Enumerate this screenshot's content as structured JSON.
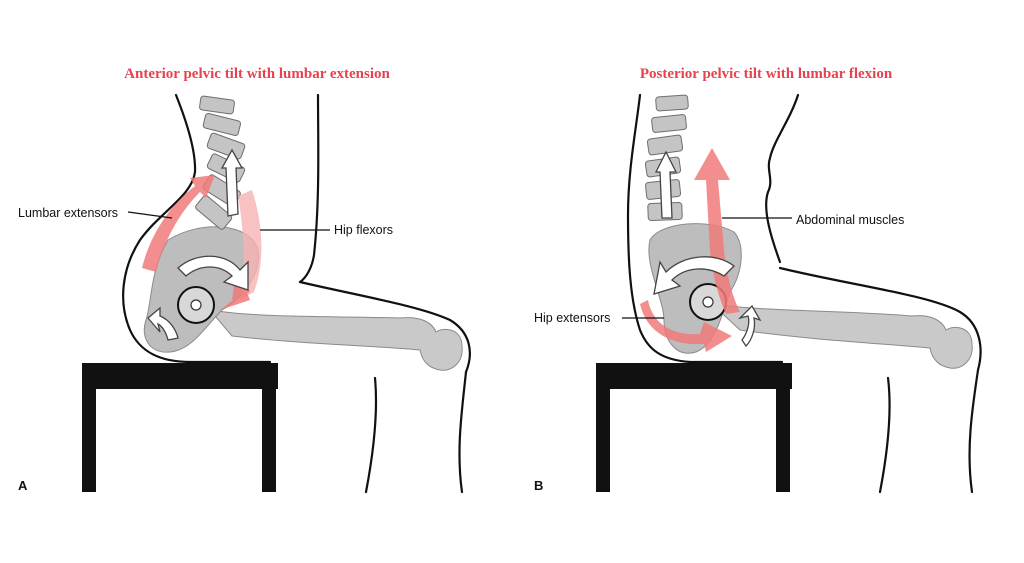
{
  "panels": [
    {
      "letter": "A",
      "title": "Anterior pelvic tilt with lumbar extension",
      "labels": {
        "muscle_1": "Lumbar extensors",
        "muscle_2": "Hip flexors"
      }
    },
    {
      "letter": "B",
      "title": "Posterior pelvic tilt with lumbar flexion",
      "labels": {
        "muscle_1": "Abdominal muscles",
        "muscle_2": "Hip extensors"
      }
    }
  ],
  "colors": {
    "title_red": "#e8414f",
    "muscle_red": "#f07a7a",
    "bone_gray": "#c9c9c9",
    "outline_black": "#111111"
  }
}
